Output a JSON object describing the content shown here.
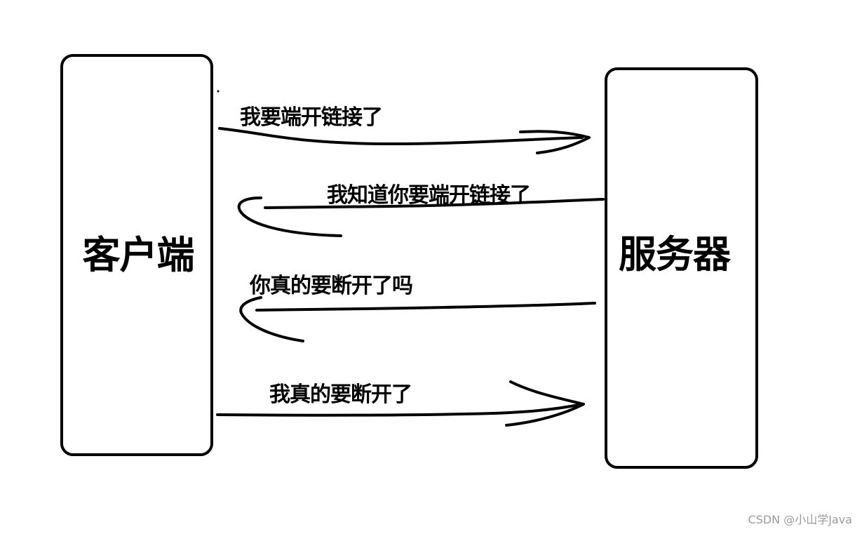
{
  "nodes": {
    "client": "客户端",
    "server": "服务器"
  },
  "messages": [
    {
      "text": "我要端开链接了",
      "from": "client",
      "to": "server"
    },
    {
      "text": "我知道你要端开链接了",
      "from": "server",
      "to": "client"
    },
    {
      "text": "你真的要断开了吗",
      "from": "server",
      "to": "client"
    },
    {
      "text": "我真的要断开了",
      "from": "client",
      "to": "server"
    }
  ],
  "watermark": "CSDN @小山学Java"
}
